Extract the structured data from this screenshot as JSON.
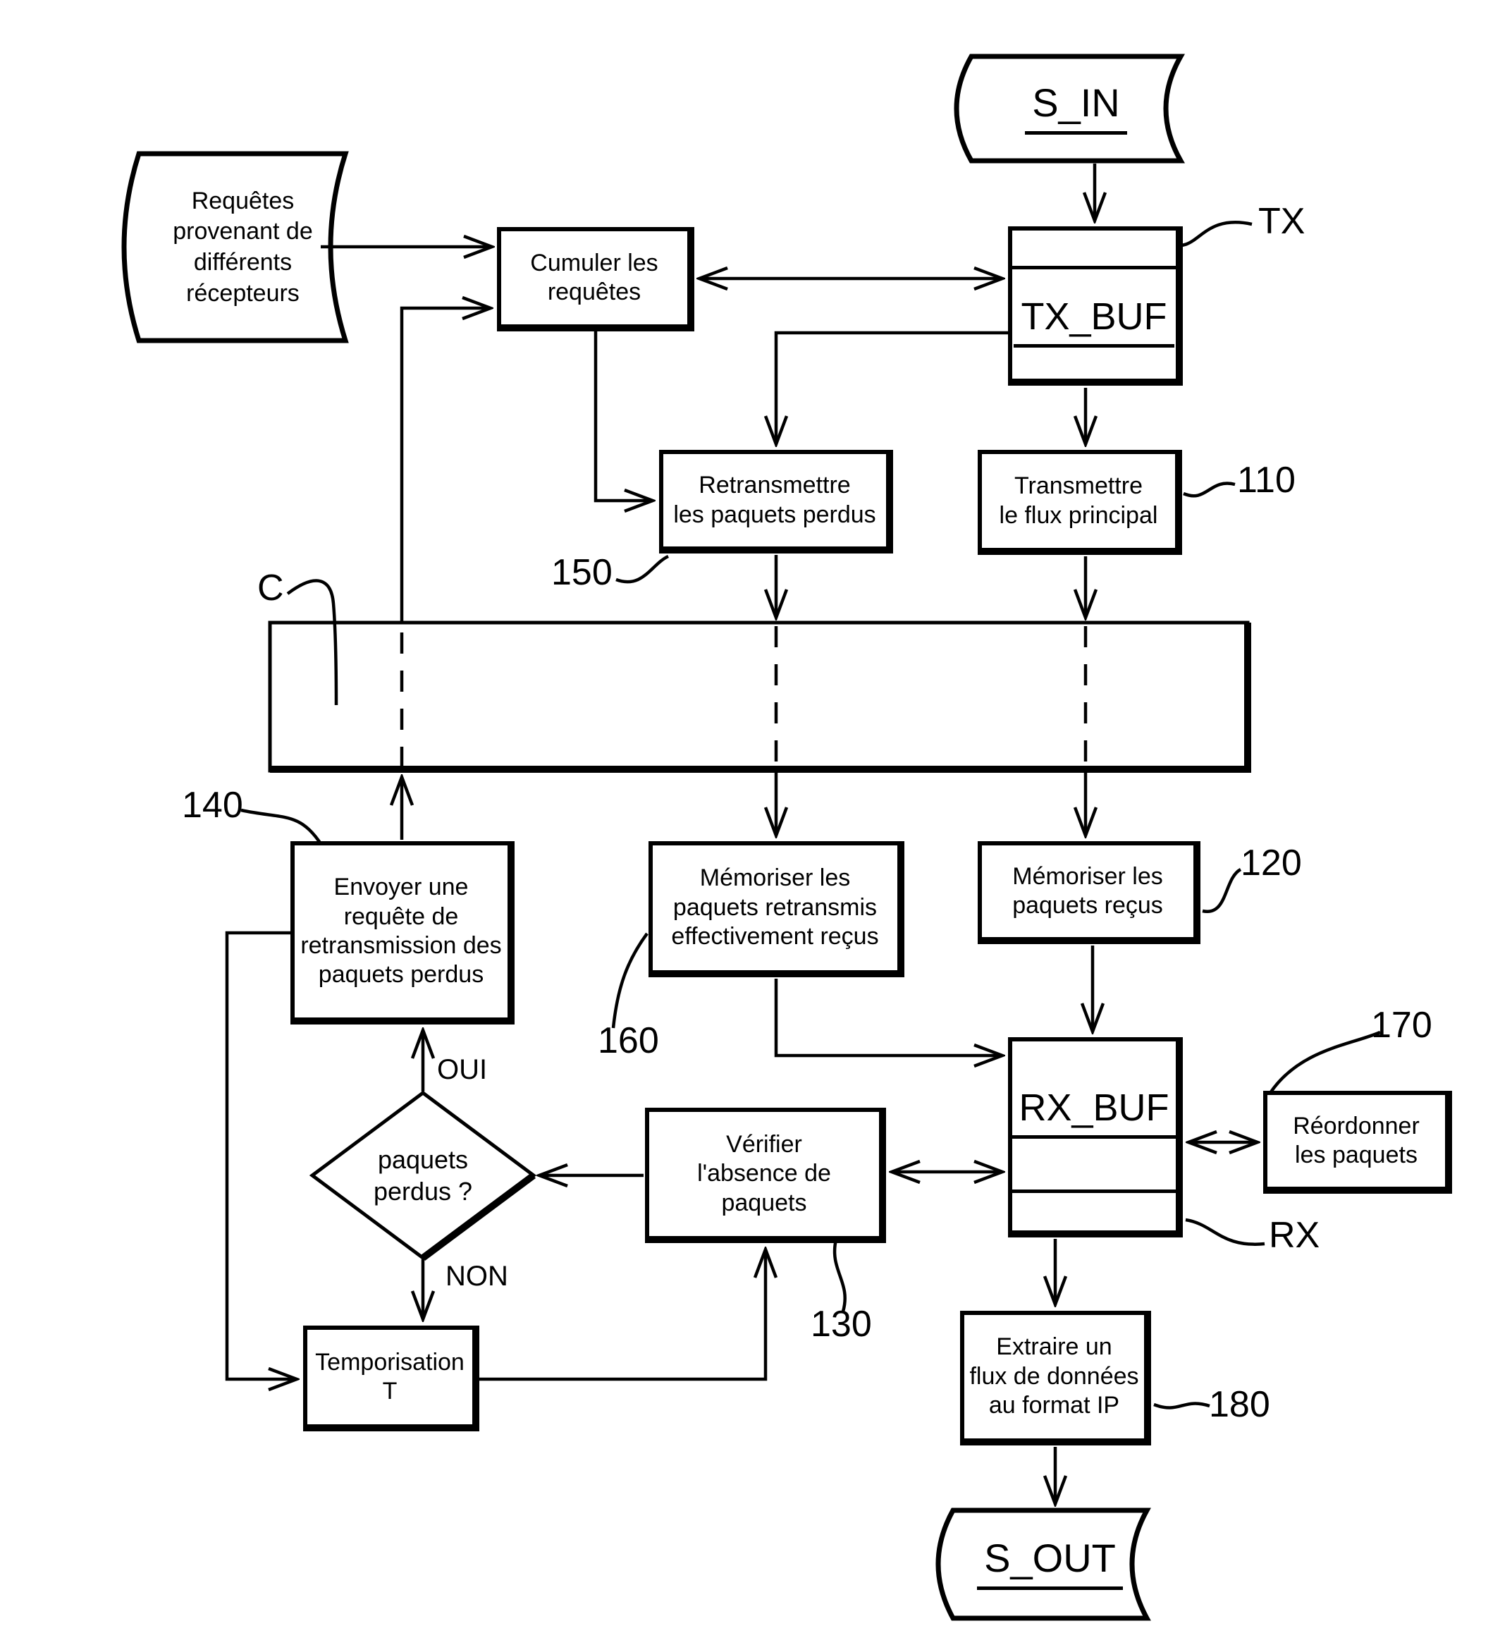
{
  "nodes": {
    "requests": "Requêtes\nprovenant de\ndifférents\nrécepteurs",
    "s_in": "S_IN",
    "cumuler": "Cumuler les\nrequêtes",
    "tx_buf": "TX_BUF",
    "retransmettre": "Retransmettre\nles paquets perdus",
    "transmettre": "Transmettre\nle flux principal",
    "envoyer": "Envoyer une\nrequête de\nretransmission des\npaquets perdus",
    "mem_retransmis": "Mémoriser les\npaquets retransmis\neffectivement reçus",
    "mem_recus": "Mémoriser les\npaquets reçus",
    "rx_buf": "RX_BUF",
    "reordonner": "Réordonner\nles paquets",
    "decision": "paquets\nperdus ?",
    "verifier": "Vérifier\nl'absence de\npaquets",
    "temporisation": "Temporisation\nT",
    "extraire": "Extraire un\nflux de données\nau format IP",
    "s_out": "S_OUT"
  },
  "refs": {
    "tx": "TX",
    "rx": "RX",
    "c": "C",
    "n110": "110",
    "n120": "120",
    "n130": "130",
    "n140": "140",
    "n150": "150",
    "n160": "160",
    "n170": "170",
    "n180": "180"
  },
  "branches": {
    "oui": "OUI",
    "non": "NON"
  },
  "colors": {
    "ink": "#000000",
    "paper": "#ffffff"
  }
}
